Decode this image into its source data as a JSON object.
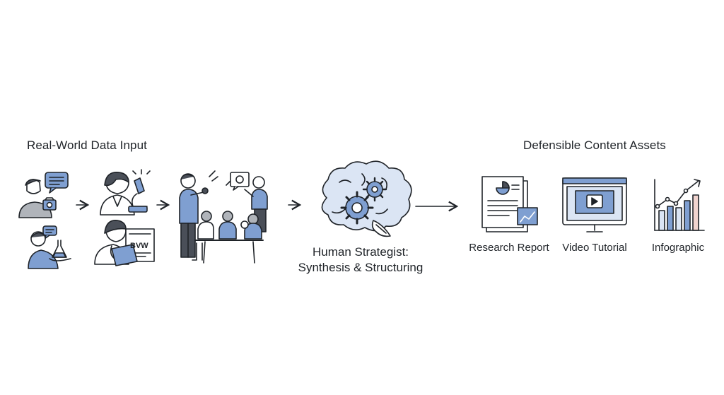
{
  "input": {
    "title": "Real-World Data Input"
  },
  "strategist": {
    "line1": "Human Strategist:",
    "line2": "Synthesis & Structuring"
  },
  "output": {
    "title": "Defensible Content Assets",
    "assets": [
      {
        "label": "Research Report"
      },
      {
        "label": "Video Tutorial"
      },
      {
        "label": "Infographic"
      }
    ]
  },
  "glyphs": {
    "newspaper_text": "BVW"
  },
  "colors": {
    "ink": "#1f2328",
    "accent": "#7f9fd1",
    "accent_dark": "#5b7fb8",
    "accent_light": "#dbe5f4",
    "bar_pink": "#f1d4cf"
  }
}
